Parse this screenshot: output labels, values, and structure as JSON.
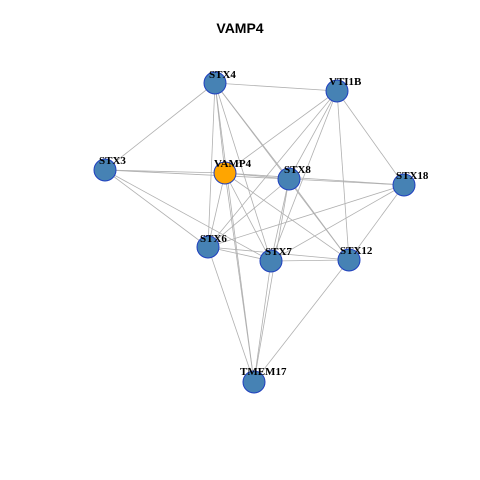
{
  "title": "VAMP4",
  "colors": {
    "node_default": "#4682b4",
    "node_highlight": "#ffa500",
    "node_border": "#1f3fbf",
    "edge": "#b0b0b0"
  },
  "nodes": [
    {
      "id": "STX4",
      "label": "STX4",
      "highlight": false
    },
    {
      "id": "VTI1B",
      "label": "VTI1B",
      "highlight": false
    },
    {
      "id": "STX3",
      "label": "STX3",
      "highlight": false
    },
    {
      "id": "VAMP4",
      "label": "VAMP4",
      "highlight": true
    },
    {
      "id": "STX8",
      "label": "STX8",
      "highlight": false
    },
    {
      "id": "STX18",
      "label": "STX18",
      "highlight": false
    },
    {
      "id": "STX6",
      "label": "STX6",
      "highlight": false
    },
    {
      "id": "STX7",
      "label": "STX7",
      "highlight": false
    },
    {
      "id": "STX12",
      "label": "STX12",
      "highlight": false
    },
    {
      "id": "TMEM17",
      "label": "TMEM17",
      "highlight": false
    }
  ],
  "edges": [
    [
      "STX4",
      "VTI1B"
    ],
    [
      "STX4",
      "STX3"
    ],
    [
      "STX4",
      "STX8"
    ],
    [
      "STX4",
      "STX6"
    ],
    [
      "STX4",
      "STX7"
    ],
    [
      "STX4",
      "STX12"
    ],
    [
      "STX4",
      "TMEM17"
    ],
    [
      "STX4",
      "VAMP4"
    ],
    [
      "VTI1B",
      "VAMP4"
    ],
    [
      "VTI1B",
      "STX8"
    ],
    [
      "VTI1B",
      "STX18"
    ],
    [
      "VTI1B",
      "STX6"
    ],
    [
      "VTI1B",
      "STX7"
    ],
    [
      "VTI1B",
      "STX12"
    ],
    [
      "STX3",
      "VAMP4"
    ],
    [
      "STX3",
      "STX8"
    ],
    [
      "STX3",
      "STX6"
    ],
    [
      "STX3",
      "STX7"
    ],
    [
      "VAMP4",
      "STX8"
    ],
    [
      "VAMP4",
      "STX18"
    ],
    [
      "VAMP4",
      "STX6"
    ],
    [
      "VAMP4",
      "STX7"
    ],
    [
      "VAMP4",
      "STX12"
    ],
    [
      "VAMP4",
      "TMEM17"
    ],
    [
      "STX8",
      "STX6"
    ],
    [
      "STX8",
      "STX7"
    ],
    [
      "STX8",
      "STX12"
    ],
    [
      "STX8",
      "TMEM17"
    ],
    [
      "STX8",
      "STX18"
    ],
    [
      "STX18",
      "STX6"
    ],
    [
      "STX18",
      "STX7"
    ],
    [
      "STX18",
      "STX12"
    ],
    [
      "STX6",
      "STX7"
    ],
    [
      "STX6",
      "STX12"
    ],
    [
      "STX6",
      "TMEM17"
    ],
    [
      "STX7",
      "STX12"
    ],
    [
      "STX7",
      "TMEM17"
    ],
    [
      "STX12",
      "TMEM17"
    ]
  ]
}
